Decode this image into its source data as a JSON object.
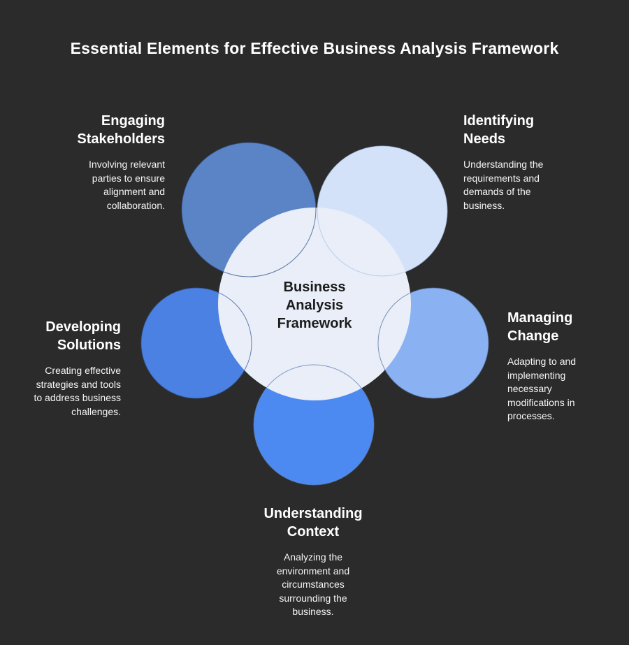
{
  "title": "Essential Elements for Effective Business Analysis Framework",
  "colors": {
    "background": "#2b2b2b",
    "title_text": "#ffffff",
    "label_text": "#ffffff",
    "center_text": "#1c1c1c"
  },
  "center": {
    "label": "Business\nAnalysis\nFramework",
    "fill": "#e9eef8"
  },
  "items": [
    {
      "id": "engaging-stakeholders",
      "heading": "Engaging\nStakeholders",
      "description": "Involving relevant\nparties to ensure\nalignment and\ncollaboration.",
      "fill": "#5b84c6",
      "stroke": "#2f4f86"
    },
    {
      "id": "identifying-needs",
      "heading": "Identifying\nNeeds",
      "description": "Understanding the\nrequirements and\ndemands of the\nbusiness.",
      "fill": "#d4e2f9",
      "stroke": "#a9c3e8"
    },
    {
      "id": "managing-change",
      "heading": "Managing\nChange",
      "description": "Adapting to and\nimplementing\nnecessary\nmodifications in\nprocesses.",
      "fill": "#8ab1f2",
      "stroke": "#55719c"
    },
    {
      "id": "understanding-context",
      "heading": "Understanding\nContext",
      "description": "Analyzing the\nenvironment and\ncircumstances\nsurrounding the\nbusiness.",
      "fill": "#4c8af2",
      "stroke": "#5c7bac"
    },
    {
      "id": "developing-solutions",
      "heading": "Developing\nSolutions",
      "description": "Creating effective\nstrategies and tools\nto address business\nchallenges.",
      "fill": "#4a81e2",
      "stroke": "#33589c"
    }
  ]
}
